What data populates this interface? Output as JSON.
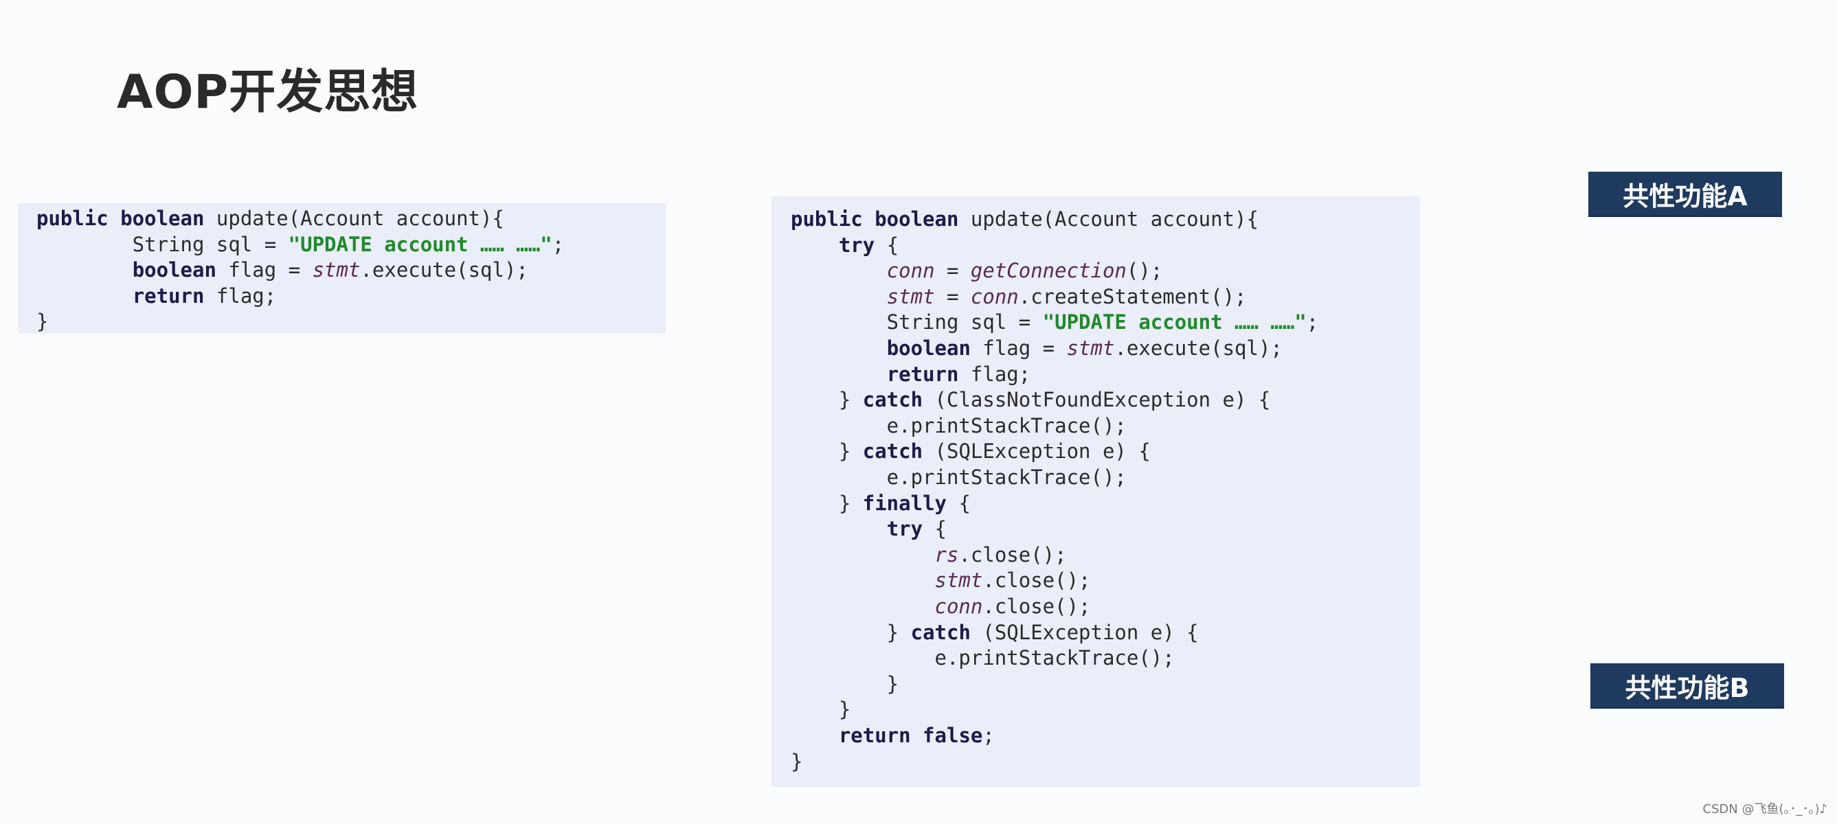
{
  "title": "AOP开发思想",
  "left_code": [
    [
      {
        "t": "public boolean ",
        "c": "kw"
      },
      {
        "t": "update(Account account){",
        "c": "plain"
      }
    ],
    [
      {
        "t": "        String sql = ",
        "c": "plain"
      },
      {
        "t": "\"UPDATE account …… ……\"",
        "c": "str"
      },
      {
        "t": ";",
        "c": "plain"
      }
    ],
    [
      {
        "t": "        ",
        "c": "plain"
      },
      {
        "t": "boolean ",
        "c": "kw"
      },
      {
        "t": "flag = ",
        "c": "plain"
      },
      {
        "t": "stmt",
        "c": "it"
      },
      {
        "t": ".execute(sql);",
        "c": "plain"
      }
    ],
    [
      {
        "t": "        ",
        "c": "plain"
      },
      {
        "t": "return ",
        "c": "kw"
      },
      {
        "t": "flag;",
        "c": "plain"
      }
    ],
    [
      {
        "t": "}",
        "c": "plain"
      }
    ]
  ],
  "right_code": [
    [
      {
        "t": "public boolean ",
        "c": "kw"
      },
      {
        "t": "update(Account account){",
        "c": "plain"
      }
    ],
    [
      {
        "t": "    ",
        "c": "plain"
      },
      {
        "t": "try ",
        "c": "kw"
      },
      {
        "t": "{",
        "c": "plain"
      }
    ],
    [
      {
        "t": "        ",
        "c": "plain"
      },
      {
        "t": "conn",
        "c": "it"
      },
      {
        "t": " = ",
        "c": "plain"
      },
      {
        "t": "getConnection",
        "c": "it"
      },
      {
        "t": "();",
        "c": "plain"
      }
    ],
    [
      {
        "t": "        ",
        "c": "plain"
      },
      {
        "t": "stmt",
        "c": "it"
      },
      {
        "t": " = ",
        "c": "plain"
      },
      {
        "t": "conn",
        "c": "it"
      },
      {
        "t": ".createStatement();",
        "c": "plain"
      }
    ],
    [
      {
        "t": "        String sql = ",
        "c": "plain"
      },
      {
        "t": "\"UPDATE account …… ……\"",
        "c": "str"
      },
      {
        "t": ";",
        "c": "plain"
      }
    ],
    [
      {
        "t": "        ",
        "c": "plain"
      },
      {
        "t": "boolean ",
        "c": "kw"
      },
      {
        "t": "flag = ",
        "c": "plain"
      },
      {
        "t": "stmt",
        "c": "it"
      },
      {
        "t": ".execute(sql);",
        "c": "plain"
      }
    ],
    [
      {
        "t": "        ",
        "c": "plain"
      },
      {
        "t": "return ",
        "c": "kw"
      },
      {
        "t": "flag;",
        "c": "plain"
      }
    ],
    [
      {
        "t": "    } ",
        "c": "plain"
      },
      {
        "t": "catch ",
        "c": "kw"
      },
      {
        "t": "(ClassNotFoundException e) {",
        "c": "plain"
      }
    ],
    [
      {
        "t": "        e.printStackTrace();",
        "c": "plain"
      }
    ],
    [
      {
        "t": "    } ",
        "c": "plain"
      },
      {
        "t": "catch ",
        "c": "kw"
      },
      {
        "t": "(SQLException e) {",
        "c": "plain"
      }
    ],
    [
      {
        "t": "        e.printStackTrace();",
        "c": "plain"
      }
    ],
    [
      {
        "t": "    } ",
        "c": "plain"
      },
      {
        "t": "finally ",
        "c": "kw"
      },
      {
        "t": "{",
        "c": "plain"
      }
    ],
    [
      {
        "t": "        ",
        "c": "plain"
      },
      {
        "t": "try ",
        "c": "kw"
      },
      {
        "t": "{",
        "c": "plain"
      }
    ],
    [
      {
        "t": "            ",
        "c": "plain"
      },
      {
        "t": "rs",
        "c": "it"
      },
      {
        "t": ".close();",
        "c": "plain"
      }
    ],
    [
      {
        "t": "            ",
        "c": "plain"
      },
      {
        "t": "stmt",
        "c": "it"
      },
      {
        "t": ".close();",
        "c": "plain"
      }
    ],
    [
      {
        "t": "            ",
        "c": "plain"
      },
      {
        "t": "conn",
        "c": "it"
      },
      {
        "t": ".close();",
        "c": "plain"
      }
    ],
    [
      {
        "t": "        } ",
        "c": "plain"
      },
      {
        "t": "catch ",
        "c": "kw"
      },
      {
        "t": "(SQLException e) {",
        "c": "plain"
      }
    ],
    [
      {
        "t": "            e.printStackTrace();",
        "c": "plain"
      }
    ],
    [
      {
        "t": "        }",
        "c": "plain"
      }
    ],
    [
      {
        "t": "    }",
        "c": "plain"
      }
    ],
    [
      {
        "t": "    ",
        "c": "plain"
      },
      {
        "t": "return false",
        "c": "kw"
      },
      {
        "t": ";",
        "c": "plain"
      }
    ],
    [
      {
        "t": "}",
        "c": "plain"
      }
    ]
  ],
  "tag_a": "共性功能A",
  "tag_b": "共性功能B",
  "watermark": "CSDN @飞鱼(｡･_･｡)♪"
}
